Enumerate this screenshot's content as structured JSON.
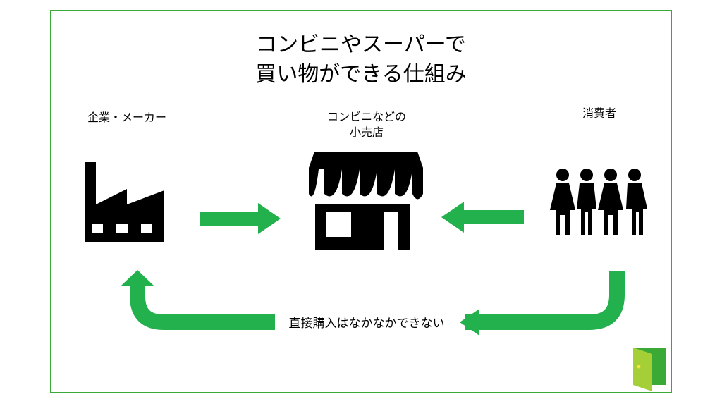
{
  "title": {
    "line1": "コンビニやスーパーで",
    "line2": "買い物ができる仕組み"
  },
  "nodes": {
    "maker": "企業・メーカー",
    "store_line1": "コンビニなどの",
    "store_line2": "小売店",
    "consumer": "消費者"
  },
  "direct_note": "直接購入はなかなかできない",
  "colors": {
    "accent": "#22b14c",
    "frame": "#3aa935",
    "icon": "#000000"
  },
  "icons": [
    "factory-icon",
    "store-icon",
    "people-icon",
    "logo-icon"
  ]
}
